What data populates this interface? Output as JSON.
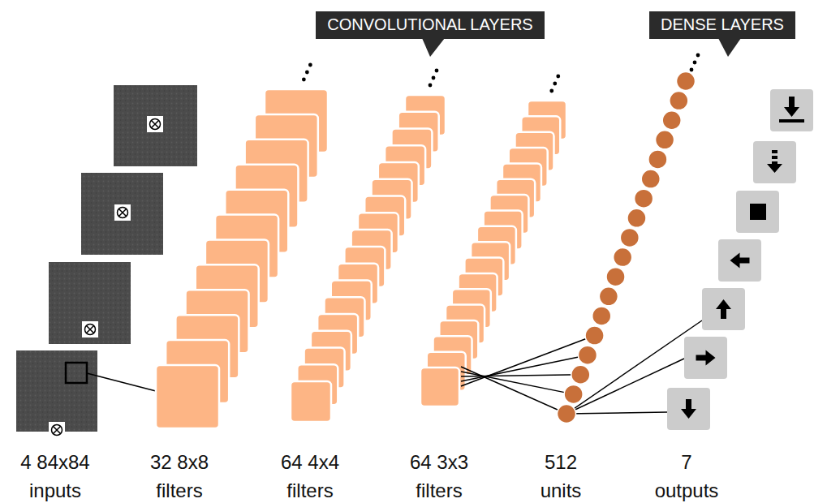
{
  "diagram": {
    "nodes": [
      {
        "text": [
          "CONVOLUTIONAL LAYERS"
        ]
      },
      {
        "text": [
          "DENSE LAYERS"
        ]
      }
    ],
    "labels": [
      "4 84x84 inputs",
      "32 8x8 filters",
      "64 4x4 filters",
      "64 3x3 filters",
      "512 units",
      "7 outputs"
    ]
  }
}
